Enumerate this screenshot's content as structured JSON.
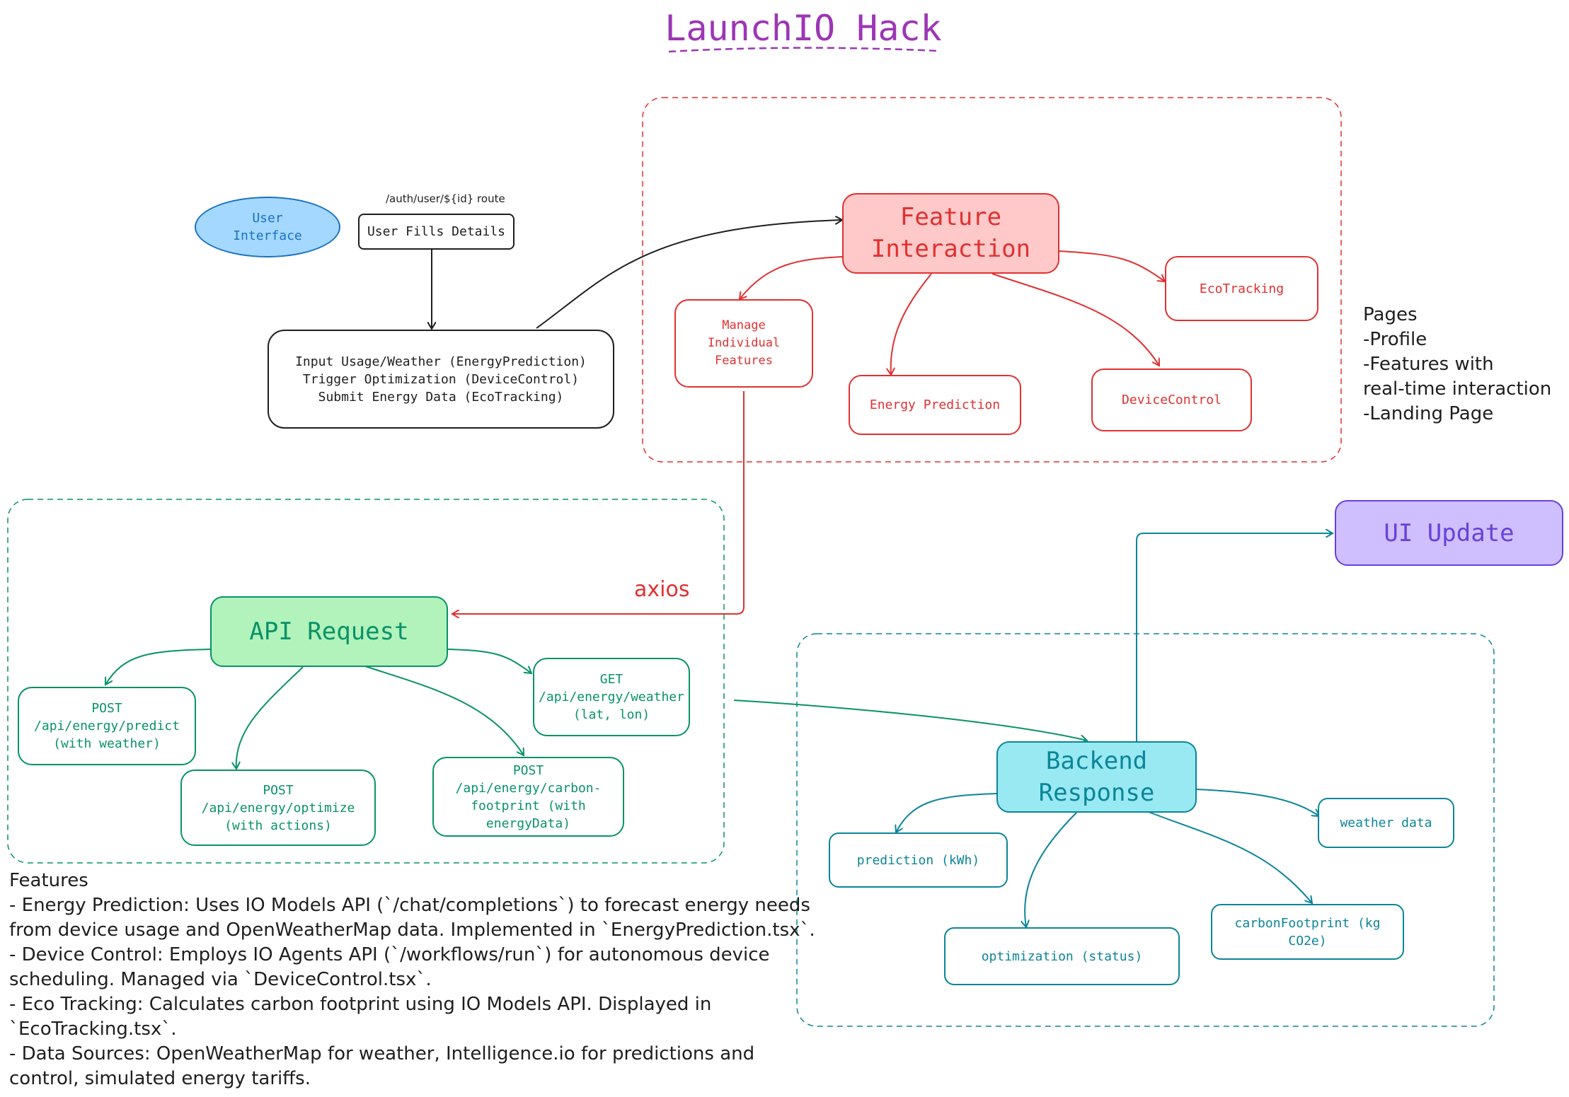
{
  "title": "LaunchIO Hack",
  "nodes": {
    "user_interface": "User\nInterface",
    "route_label": "/auth/user/${id} route",
    "user_fills": "User Fills Details",
    "input_usage": "Input Usage/Weather (EnergyPrediction)\n Trigger Optimization (DeviceControl)\n Submit Energy Data (EcoTracking)",
    "feature_interaction": "Feature\nInteraction",
    "manage_features": "Manage\nIndividual\nFeatures",
    "energy_prediction": "Energy Prediction",
    "device_control": "DeviceControl",
    "eco_tracking": "EcoTracking",
    "axios": "axios",
    "api_request": "API Request",
    "post_predict": "POST\n/api/energy/predict\n(with weather)",
    "post_optimize": "POST\n/api/energy/optimize\n(with actions)",
    "post_carbon": "POST\n/api/energy/carbon-\nfootprint (with\nenergyData)",
    "get_weather": "GET\n/api/energy/weather\n(lat, lon)",
    "backend_response": "Backend\nResponse",
    "prediction": "prediction (kWh)",
    "optimization": "optimization (status)",
    "carbon_footprint": "carbonFootprint (kg\nCO2e)",
    "weather_data": "weather data",
    "ui_update": "UI Update"
  },
  "pages_note": "Pages\n-Profile\n-Features with\n real-time interaction\n-Landing Page",
  "features_note": "Features\n- Energy Prediction: Uses IO Models API (`/chat/completions`) to forecast energy needs\nfrom device usage and OpenWeatherMap data. Implemented in `EnergyPrediction.tsx`.\n- Device Control: Employs IO Agents API (`/workflows/run`) for autonomous device\nscheduling. Managed via `DeviceControl.tsx`.\n- Eco Tracking: Calculates carbon footprint using IO Models API. Displayed in\n`EcoTracking.tsx`.\n- Data Sources: OpenWeatherMap for weather, Intelligence.io for predictions and\ncontrol, simulated energy tariffs.",
  "colors": {
    "title": "#9c36b5",
    "black": "#1e1e1e",
    "red": "#e03131",
    "red_fill": "#ffc9c9",
    "green": "#099268",
    "green_fill": "#b2f2bb",
    "cyan": "#0c8599",
    "cyan_fill": "#99e9f2",
    "blue_fill": "#a5d8ff",
    "blue_text": "#1971c2",
    "violet": "#6741d9",
    "violet_fill": "#d0bfff"
  }
}
